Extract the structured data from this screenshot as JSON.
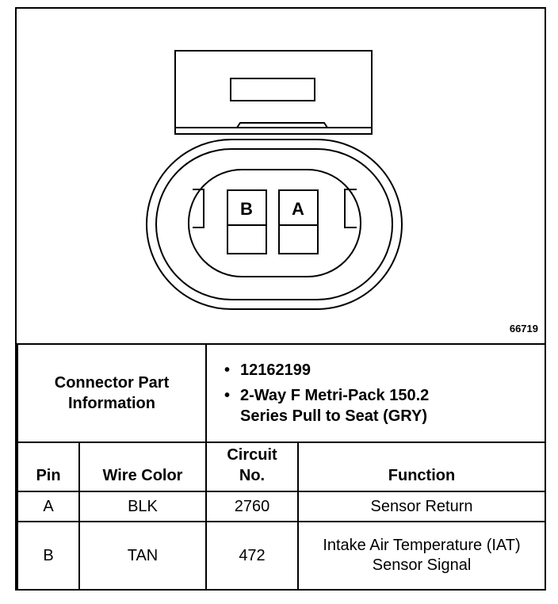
{
  "figure": {
    "id": "66719",
    "pins_top": [
      "B",
      "A"
    ]
  },
  "connector_info": {
    "label": "Connector Part Information",
    "items": [
      "12162199",
      "2-Way F Metri-Pack 150.2 Series Pull to Seat (GRY)"
    ]
  },
  "pin_table": {
    "headers": [
      "Pin",
      "Wire Color",
      "Circuit No.",
      "Function"
    ],
    "rows": [
      {
        "pin": "A",
        "wire_color": "BLK",
        "circuit": "2760",
        "function": "Sensor Return"
      },
      {
        "pin": "B",
        "wire_color": "TAN",
        "circuit": "472",
        "function": "Intake Air Temperature (IAT) Sensor Signal"
      }
    ]
  }
}
